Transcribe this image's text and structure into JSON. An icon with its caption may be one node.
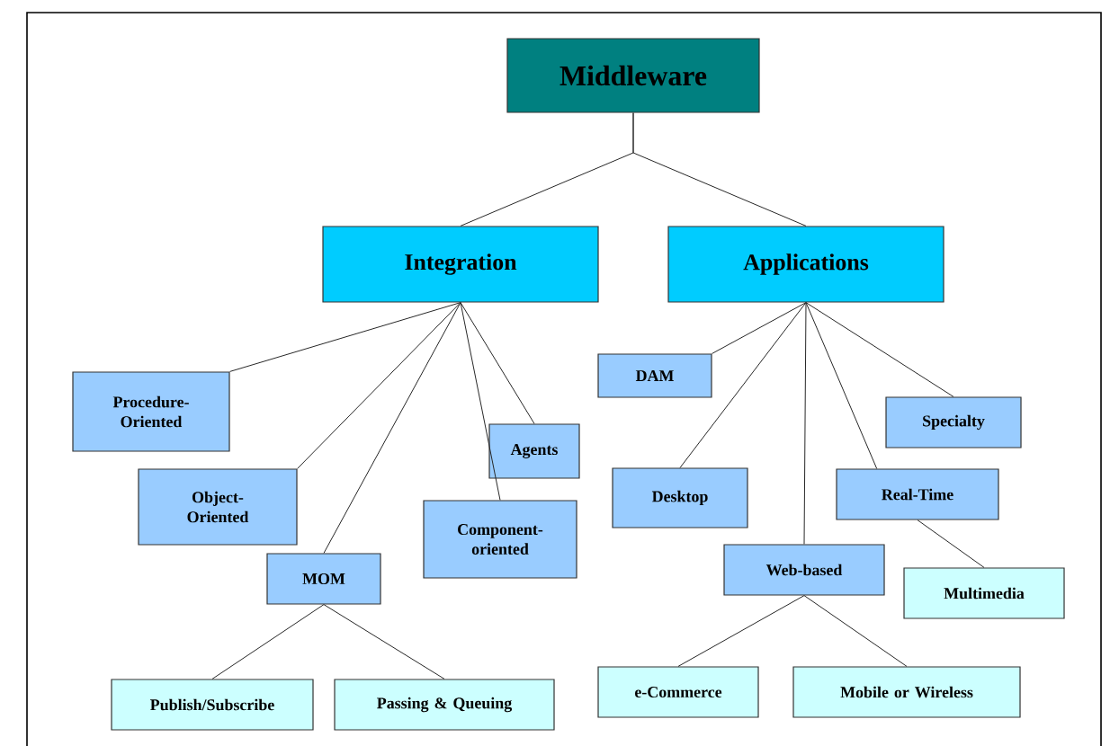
{
  "diagram": {
    "nodes": [
      {
        "text": [
          "Middleware"
        ]
      },
      {
        "text": [
          "Integration"
        ]
      },
      {
        "text": [
          "Applications"
        ]
      },
      {
        "text": [
          "Procedure-Oriented"
        ]
      },
      {
        "text": [
          "Object-Oriented"
        ]
      },
      {
        "text": [
          "MOM"
        ]
      },
      {
        "text": [
          "Component-oriented"
        ]
      },
      {
        "text": [
          "Agents"
        ]
      },
      {
        "text": [
          "Publish/Subscribe"
        ]
      },
      {
        "text": [
          "Passing & Queuing"
        ]
      },
      {
        "text": [
          "DAM"
        ]
      },
      {
        "text": [
          "Desktop"
        ]
      },
      {
        "text": [
          "Web-based"
        ]
      },
      {
        "text": [
          "Real-Time"
        ]
      },
      {
        "text": [
          "Specialty"
        ]
      },
      {
        "text": [
          "Multimedia"
        ]
      },
      {
        "text": [
          "e-Commerce"
        ]
      },
      {
        "text": [
          "Mobile or Wireless"
        ]
      }
    ],
    "edges": [
      {
        "from": 0,
        "to": 1,
        "arrow": "none"
      },
      {
        "from": 0,
        "to": 2,
        "arrow": "none"
      },
      {
        "from": 1,
        "to": 3,
        "arrow": "none"
      },
      {
        "from": 1,
        "to": 4,
        "arrow": "none"
      },
      {
        "from": 1,
        "to": 5,
        "arrow": "none"
      },
      {
        "from": 1,
        "to": 6,
        "arrow": "none"
      },
      {
        "from": 1,
        "to": 7,
        "arrow": "none"
      },
      {
        "from": 5,
        "to": 8,
        "arrow": "none"
      },
      {
        "from": 5,
        "to": 9,
        "arrow": "none"
      },
      {
        "from": 2,
        "to": 10,
        "arrow": "none"
      },
      {
        "from": 2,
        "to": 11,
        "arrow": "none"
      },
      {
        "from": 2,
        "to": 12,
        "arrow": "none"
      },
      {
        "from": 2,
        "to": 13,
        "arrow": "none"
      },
      {
        "from": 2,
        "to": 14,
        "arrow": "none"
      },
      {
        "from": 13,
        "to": 15,
        "arrow": "none"
      },
      {
        "from": 12,
        "to": 16,
        "arrow": "none"
      },
      {
        "from": 12,
        "to": 17,
        "arrow": "none"
      }
    ]
  }
}
